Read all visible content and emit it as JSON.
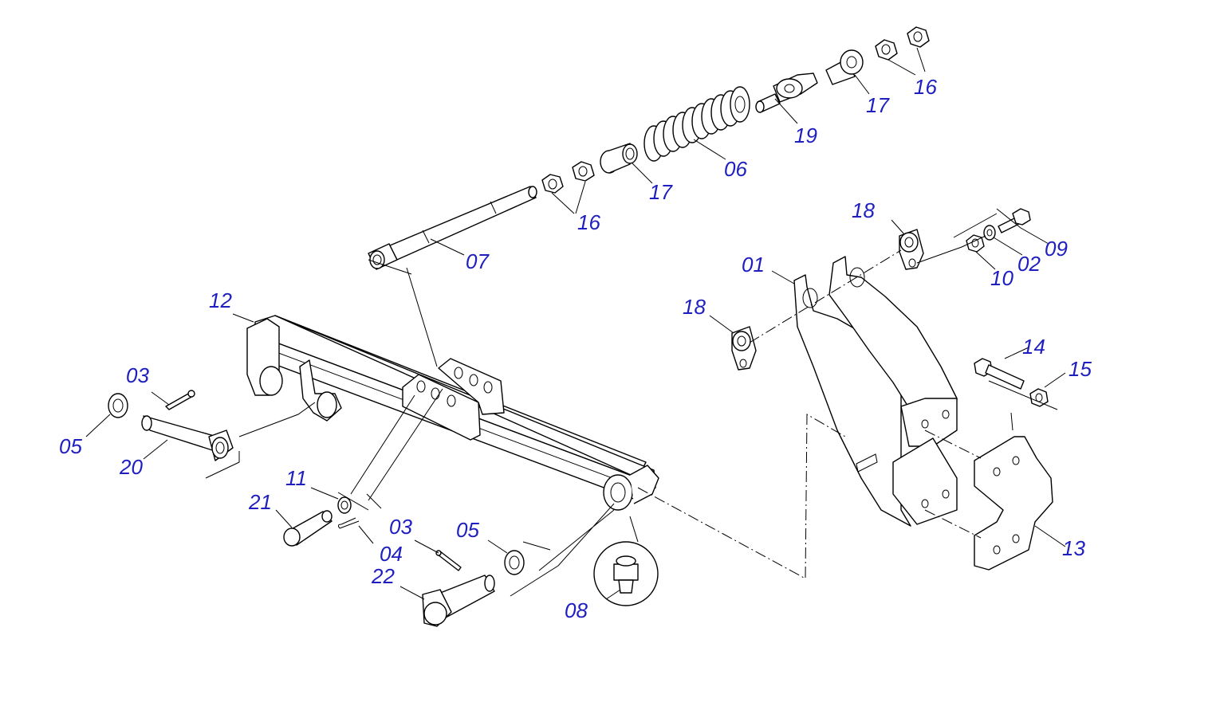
{
  "callouts": [
    {
      "id": "16-top",
      "text": "16"
    },
    {
      "id": "17-top",
      "text": "17"
    },
    {
      "id": "19",
      "text": "19"
    },
    {
      "id": "06",
      "text": "06"
    },
    {
      "id": "17-mid",
      "text": "17"
    },
    {
      "id": "16-mid",
      "text": "16"
    },
    {
      "id": "07",
      "text": "07"
    },
    {
      "id": "18-top",
      "text": "18"
    },
    {
      "id": "09",
      "text": "09"
    },
    {
      "id": "02",
      "text": "02"
    },
    {
      "id": "10",
      "text": "10"
    },
    {
      "id": "01",
      "text": "01"
    },
    {
      "id": "18-left",
      "text": "18"
    },
    {
      "id": "12",
      "text": "12"
    },
    {
      "id": "14",
      "text": "14"
    },
    {
      "id": "15",
      "text": "15"
    },
    {
      "id": "03-left",
      "text": "03"
    },
    {
      "id": "05-left",
      "text": "05"
    },
    {
      "id": "20",
      "text": "20"
    },
    {
      "id": "11",
      "text": "11"
    },
    {
      "id": "21",
      "text": "21"
    },
    {
      "id": "03-bottom",
      "text": "03"
    },
    {
      "id": "05-bottom",
      "text": "05"
    },
    {
      "id": "04",
      "text": "04"
    },
    {
      "id": "22",
      "text": "22"
    },
    {
      "id": "08",
      "text": "08"
    },
    {
      "id": "13",
      "text": "13"
    }
  ],
  "colors": {
    "label": "#1f1fbf",
    "line": "#000000",
    "background": "#ffffff"
  }
}
